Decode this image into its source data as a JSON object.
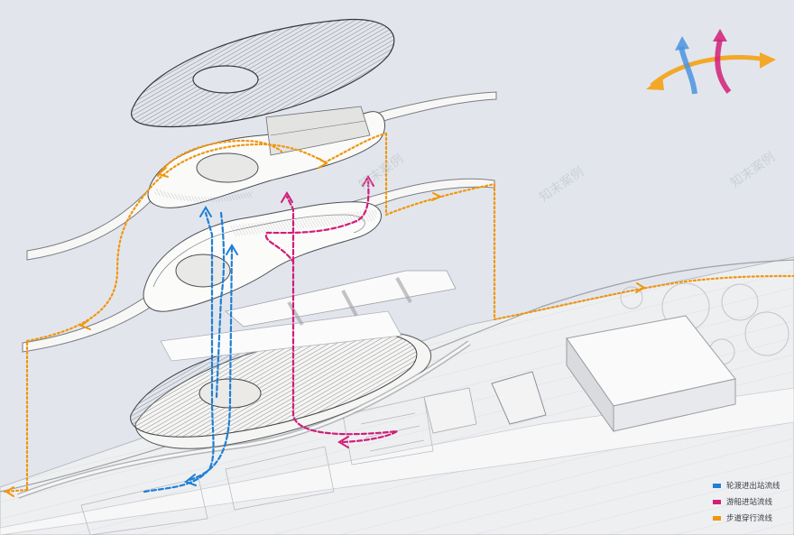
{
  "colors": {
    "background": "#e2e6ec",
    "ferry_flow": "#1f7fd6",
    "cruise_flow": "#d21d78",
    "pedestrian_flow": "#f0960e",
    "building_fill": "#f4f4f2",
    "building_line": "#5a5d62"
  },
  "legend": {
    "items": [
      {
        "label": "轮渡进出站流线",
        "color": "#1f7fd6"
      },
      {
        "label": "游船进站流线",
        "color": "#d21d78"
      },
      {
        "label": "步道穿行流线",
        "color": "#f0960e"
      }
    ]
  },
  "watermark": {
    "text": "知末案例"
  },
  "icons": {
    "compass_arrows": "crossing-arrows-icon",
    "flow_arrowheads": "arrowhead-icon"
  }
}
